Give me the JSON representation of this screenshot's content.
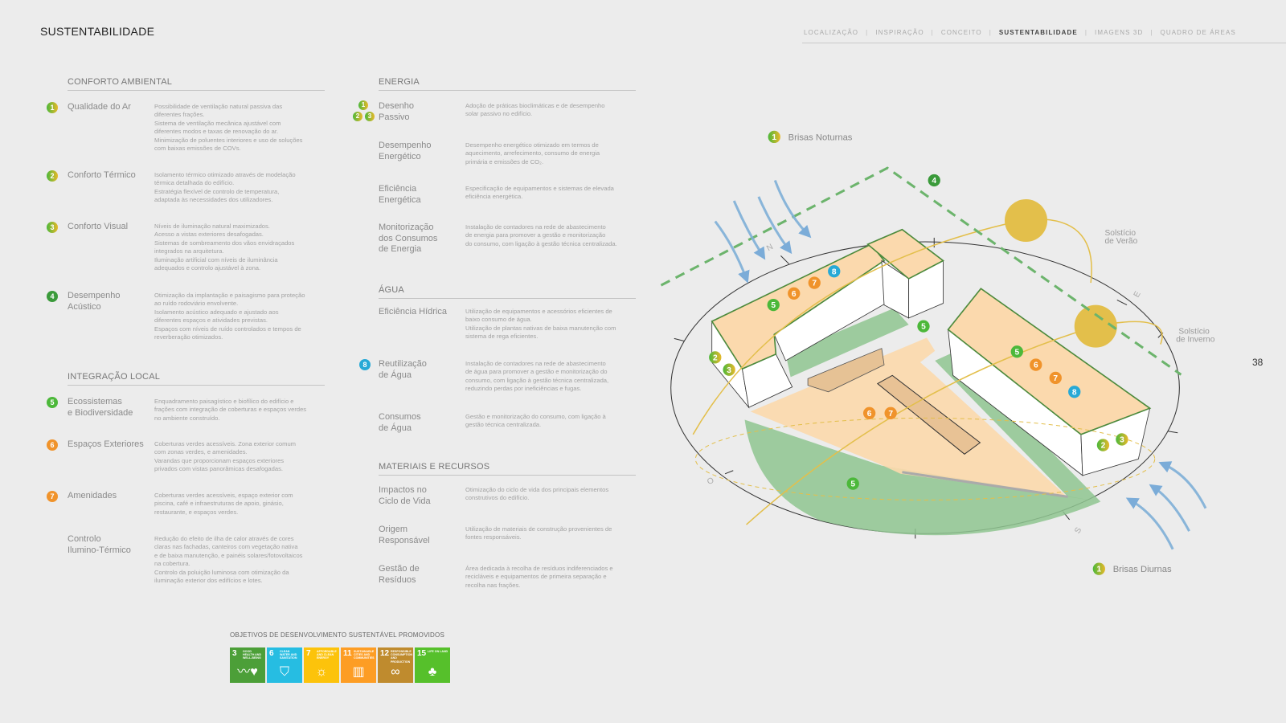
{
  "header": {
    "title": "SUSTENTABILIDADE",
    "page_number": "38",
    "nav": [
      {
        "label": "LOCALIZAÇÃO",
        "active": false
      },
      {
        "label": "INSPIRAÇÃO",
        "active": false
      },
      {
        "label": "CONCEITO",
        "active": false
      },
      {
        "label": "SUSTENTABILIDADE",
        "active": true
      },
      {
        "label": "IMAGENS 3D",
        "active": false
      },
      {
        "label": "QUADRO DE ÁREAS",
        "active": false
      }
    ],
    "nav_separator": "|"
  },
  "sections": [
    {
      "title": "CONFORTO AMBIENTAL",
      "items": [
        {
          "badges": [
            "1"
          ],
          "title": "Qualidade do Ar",
          "desc": "Possibilidade de ventilação natural passiva das\ndiferentes frações.\nSistema de ventilação mecânica ajustável com\ndiferentes modos e taxas de renovação do ar.\nMinimização de poluentes interiores e uso de soluções\ncom baixas emissões de COVs."
        },
        {
          "badges": [
            "2"
          ],
          "title": "Conforto Térmico",
          "desc": "Isolamento térmico otimizado através de modelação\ntérmica detalhada do edifício.\nEstratégia flexível de controlo de temperatura,\nadaptada às necessidades dos utilizadores."
        },
        {
          "badges": [
            "3"
          ],
          "title": "Conforto Visual",
          "desc": "Níveis de iluminação natural maximizados.\nAcesso a vistas exteriores desafogadas.\nSistemas de sombreamento dos vãos envidraçados\nintegrados na arquitetura.\nIluminação artificial com níveis de iluminância\nadequados e controlo ajustável à zona."
        },
        {
          "badges": [
            "4"
          ],
          "title": "Desempenho\nAcústico",
          "desc": "Otimização da implantação e paisagismo para proteção\nao ruído rodoviário envolvente.\nIsolamento acústico adequado e ajustado aos\ndiferentes espaços e atividades previstas.\nEspaços com níveis de ruído controlados e tempos de\nreverberação otimizados."
        }
      ]
    },
    {
      "title": "INTEGRAÇÃO LOCAL",
      "items": [
        {
          "badges": [
            "5"
          ],
          "title": "Ecossistemas\ne Biodiversidade",
          "desc": "Enquadramento paisagístico e biofílico do edifício e\nfrações com integração de coberturas e espaços verdes\nno ambiente construído."
        },
        {
          "badges": [
            "6"
          ],
          "title": "Espaços Exteriores",
          "desc": "Coberturas verdes acessíveis. Zona exterior comum\ncom zonas verdes, e amenidades.\nVarandas que proporcionam espaços exteriores\nprivados com vistas panorâmicas desafogadas."
        },
        {
          "badges": [
            "7"
          ],
          "title": "Amenidades",
          "desc": "Coberturas verdes acessíveis, espaço exterior com\npiscina, café e infraestruturas de apoio, ginásio,\nrestaurante, e espaços verdes."
        },
        {
          "badges": [],
          "title": "Controlo\nIlumino-Térmico",
          "desc": "Redução do efeito de ilha de calor através de cores\nclaras nas fachadas, canteiros com vegetação nativa\ne de baixa manutenção, e painéis solares/fotovoltaicos\nna cobertura.\nControlo da poluição luminosa com otimização da\niluminação exterior dos edifícios e lotes."
        }
      ]
    },
    {
      "title": "ENERGIA",
      "items": [
        {
          "badges": [
            "1",
            "2",
            "3"
          ],
          "title": "Desenho\nPassivo",
          "desc": "Adoção de práticas bioclimáticas e de desempenho\nsolar passivo no edifício."
        },
        {
          "badges": [],
          "title": "Desempenho\nEnergético",
          "desc": "Desempenho energético otimizado em termos de\naquecimento, arrefecimento, consumo de energia\nprimária e emissões de CO₂."
        },
        {
          "badges": [],
          "title": "Eficiência\nEnergética",
          "desc": "Especificação de equipamentos e sistemas de elevada\neficiência energética."
        },
        {
          "badges": [],
          "title": "Monitorização\ndos Consumos\nde Energia",
          "desc": "Instalação de contadores na rede de abastecimento\nde energia para promover a gestão e monitorização\ndo consumo, com ligação à gestão técnica centralizada."
        }
      ]
    },
    {
      "title": "ÁGUA",
      "items": [
        {
          "badges": [],
          "title": "Eficiência Hídrica",
          "desc": "Utilização de equipamentos e acessórios eficientes de\nbaixo consumo de água.\nUtilização de plantas nativas de baixa manutenção com\nsistema de rega eficientes."
        },
        {
          "badges": [
            "8"
          ],
          "title": "Reutilização\nde Água",
          "desc": "Instalação de contadores na rede de abastecimento\nde água para promover a gestão e monitorização do\nconsumo, com ligação à gestão técnica centralizada,\nreduzindo perdas por ineficiências e fugas."
        },
        {
          "badges": [],
          "title": "Consumos\nde Água",
          "desc": "Gestão e monitorização do consumo, com ligação à\ngestão técnica centralizada."
        }
      ]
    },
    {
      "title": "MATERIAIS E RECURSOS",
      "items": [
        {
          "badges": [],
          "title": "Impactos no\nCiclo de Vida",
          "desc": "Otimização do ciclo de vida dos principais elementos\nconstrutivos do edifício."
        },
        {
          "badges": [],
          "title": "Origem\nResponsável",
          "desc": "Utilização de materiais de construção provenientes de\nfontes responsáveis."
        },
        {
          "badges": [],
          "title": "Gestão de\nResíduos",
          "desc": "Área dedicada à recolha de resíduos indiferenciados e\nrecicláveis e equipamentos de primeira separação e\nrecolha nas frações."
        }
      ]
    }
  ],
  "sdg": {
    "label": "OBJETIVOS DE DESENVOLVIMENTO SUSTENTÁVEL PROMOVIDOS",
    "goals": [
      {
        "number": "3",
        "title": "GOOD HEALTH AND WELL-BEING",
        "color": "#4c9f38",
        "icon": "heartbeat-icon"
      },
      {
        "number": "6",
        "title": "CLEAN WATER AND SANITATION",
        "color": "#26bde2",
        "icon": "water-icon"
      },
      {
        "number": "7",
        "title": "AFFORDABLE AND CLEAN ENERGY",
        "color": "#fcc30b",
        "icon": "sun-icon"
      },
      {
        "number": "11",
        "title": "SUSTAINABLE CITIES AND COMMUNITIES",
        "color": "#fd9d24",
        "icon": "city-icon"
      },
      {
        "number": "12",
        "title": "RESPONSIBLE CONSUMPTION AND PRODUCTION",
        "color": "#bf8b2e",
        "icon": "infinity-icon"
      },
      {
        "number": "15",
        "title": "LIFE ON LAND",
        "color": "#56c02b",
        "icon": "tree-icon"
      }
    ]
  },
  "diagram": {
    "brisas_noturnas": "Brisas Noturnas",
    "brisas_diurnas": "Brisas Diurnas",
    "solsticio_verao": [
      "Solstício",
      "de Verão"
    ],
    "solsticio_inverno": [
      "Solstício",
      "de Inverno"
    ],
    "compass": {
      "n": "N",
      "e": "E",
      "s": "S",
      "o": "O"
    },
    "markers": [
      "1",
      "4",
      "8",
      "7",
      "6",
      "5",
      "5",
      "2",
      "3",
      "5",
      "6",
      "7",
      "8",
      "6",
      "7",
      "2",
      "3",
      "5",
      "1"
    ],
    "colors": {
      "roof": "#fbd9ad",
      "lawn": "#8fc590",
      "outline": "#4c8a3c",
      "sun": "#e3bf4b",
      "wind": "#7fb0d8",
      "dashed": "#6cb46c"
    }
  }
}
